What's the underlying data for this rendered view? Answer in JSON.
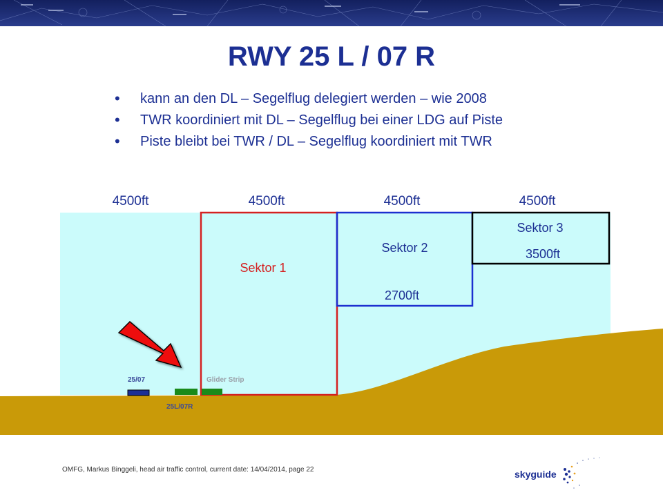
{
  "slide": {
    "title": "RWY 25 L / 07 R",
    "bullets": [
      "kann an den DL – Segelflug delegiert werden – wie 2008",
      "TWR koordiniert mit DL – Segelflug bei einer LDG auf Piste",
      "Piste bleibt bei TWR / DL – Segelflug koordiniert mit TWR"
    ]
  },
  "diagram": {
    "altitudes": [
      "4500ft",
      "4500ft",
      "4500ft",
      "4500ft"
    ],
    "sektor1": {
      "label": "Sektor 1",
      "color": "#d42020"
    },
    "sektor2": {
      "label": "Sektor 2",
      "floor": "2700ft",
      "color": "#1c2fd0"
    },
    "sektor3": {
      "label": "Sektor 3",
      "floor": "3500ft",
      "color": "#000000"
    },
    "runway_main_label": "25/07",
    "glider_strip_label": "Glider Strip",
    "runway_25l_label": "25L/07R",
    "airspace_color": "#cbfbfb",
    "terrain_color": "#c99a08",
    "arrow_color": "#ee1111"
  },
  "footer": {
    "text": "OMFG, Markus Binggeli, head air traffic control, current date: 14/04/2014, page 22"
  },
  "logo": {
    "text": "skyguide"
  }
}
